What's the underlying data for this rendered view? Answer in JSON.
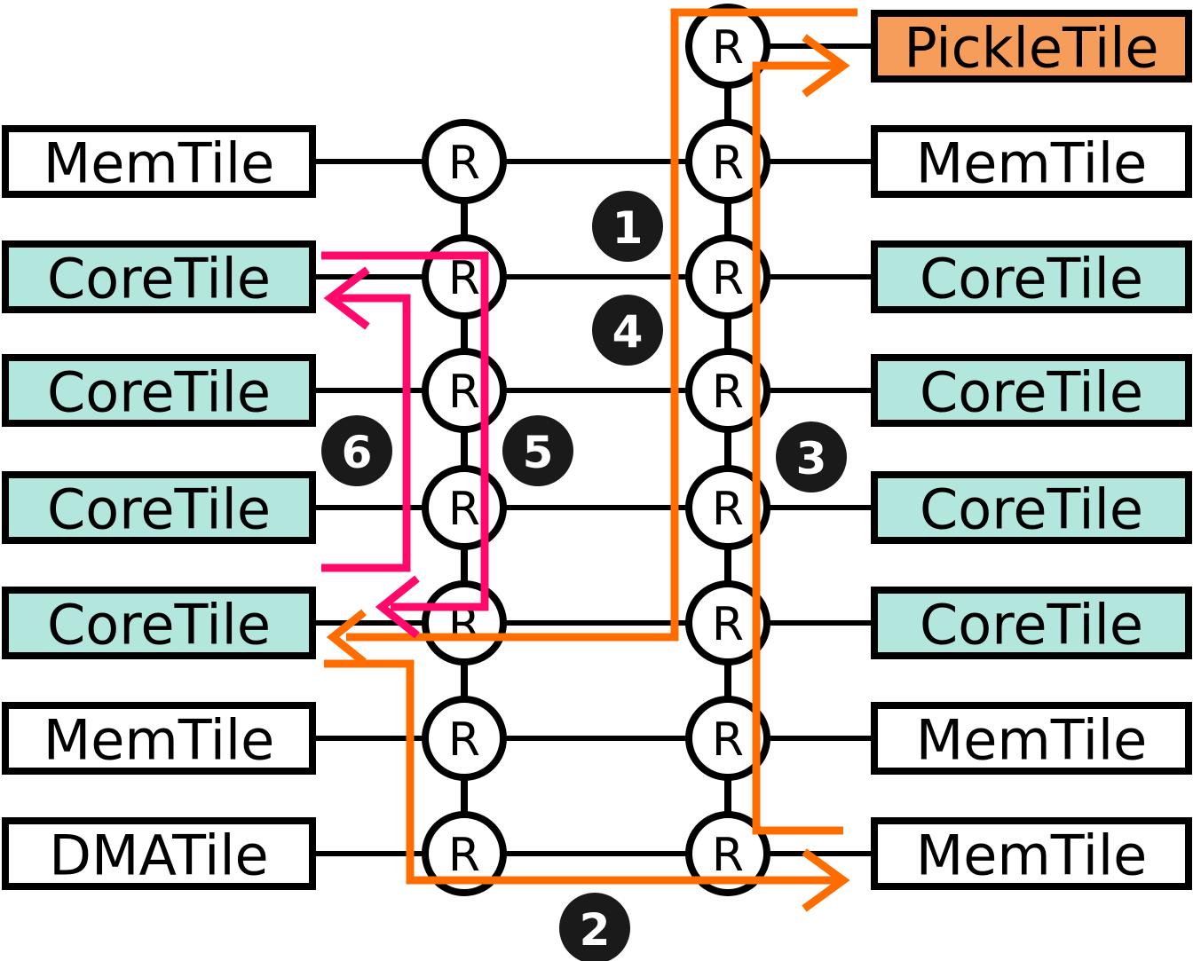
{
  "colors": {
    "mem": "#ffffff",
    "core": "#b3e6dc",
    "dma": "#ffffff",
    "pickle": "#f79d5c",
    "orange_path": "#ff6d00",
    "pink_path": "#ff0a6c"
  },
  "router_label": "R",
  "left_column": [
    {
      "label": "MemTile",
      "kind": "mem"
    },
    {
      "label": "CoreTile",
      "kind": "core"
    },
    {
      "label": "CoreTile",
      "kind": "core"
    },
    {
      "label": "CoreTile",
      "kind": "core"
    },
    {
      "label": "CoreTile",
      "kind": "core"
    },
    {
      "label": "MemTile",
      "kind": "mem"
    },
    {
      "label": "DMATile",
      "kind": "dma"
    }
  ],
  "right_column": [
    {
      "label": "PickleTile",
      "kind": "pickle"
    },
    {
      "label": "MemTile",
      "kind": "mem"
    },
    {
      "label": "CoreTile",
      "kind": "core"
    },
    {
      "label": "CoreTile",
      "kind": "core"
    },
    {
      "label": "CoreTile",
      "kind": "core"
    },
    {
      "label": "CoreTile",
      "kind": "core"
    },
    {
      "label": "MemTile",
      "kind": "mem"
    },
    {
      "label": "MemTile",
      "kind": "mem"
    }
  ],
  "steps": [
    {
      "label": "1"
    },
    {
      "label": "2"
    },
    {
      "label": "3"
    },
    {
      "label": "4"
    },
    {
      "label": "5"
    },
    {
      "label": "6"
    }
  ]
}
